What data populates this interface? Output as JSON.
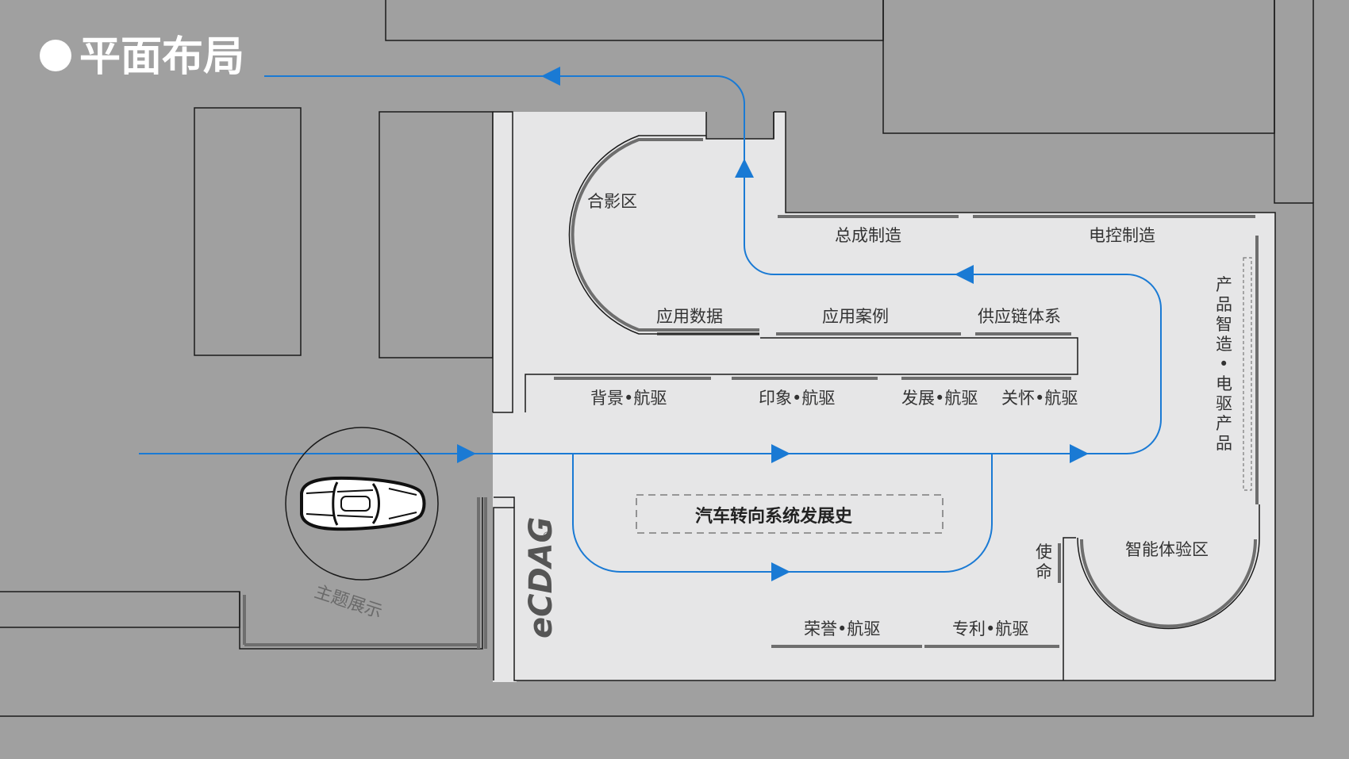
{
  "title": "平面布局",
  "theme_label": "主题展示",
  "logo": "eCDAG",
  "logo_mark": "®",
  "zones": {
    "photo": "合影区",
    "assembly": "总成制造",
    "econtrol": "电控制造",
    "app_data": "应用数据",
    "app_cases": "应用案例",
    "supply": "供应链体系",
    "background": "背景•航驱",
    "impression": "印象•航驱",
    "development": "发展•航驱",
    "care": "关怀•航驱",
    "history": "汽车转向系统发展史",
    "mission_1": "使",
    "mission_2": "命",
    "smart": "智能体验区",
    "honor": "荣誉•航驱",
    "patent": "专利•航驱",
    "vertical": [
      "产",
      "品",
      "智",
      "造",
      "•",
      "电",
      "驱",
      "产",
      "品"
    ]
  },
  "colors": {
    "background": "#a0a0a0",
    "floor": "#e6e6e7",
    "path": "#1a7ad4",
    "wall": "#6e6e6e",
    "outline": "#1a1a1a"
  }
}
